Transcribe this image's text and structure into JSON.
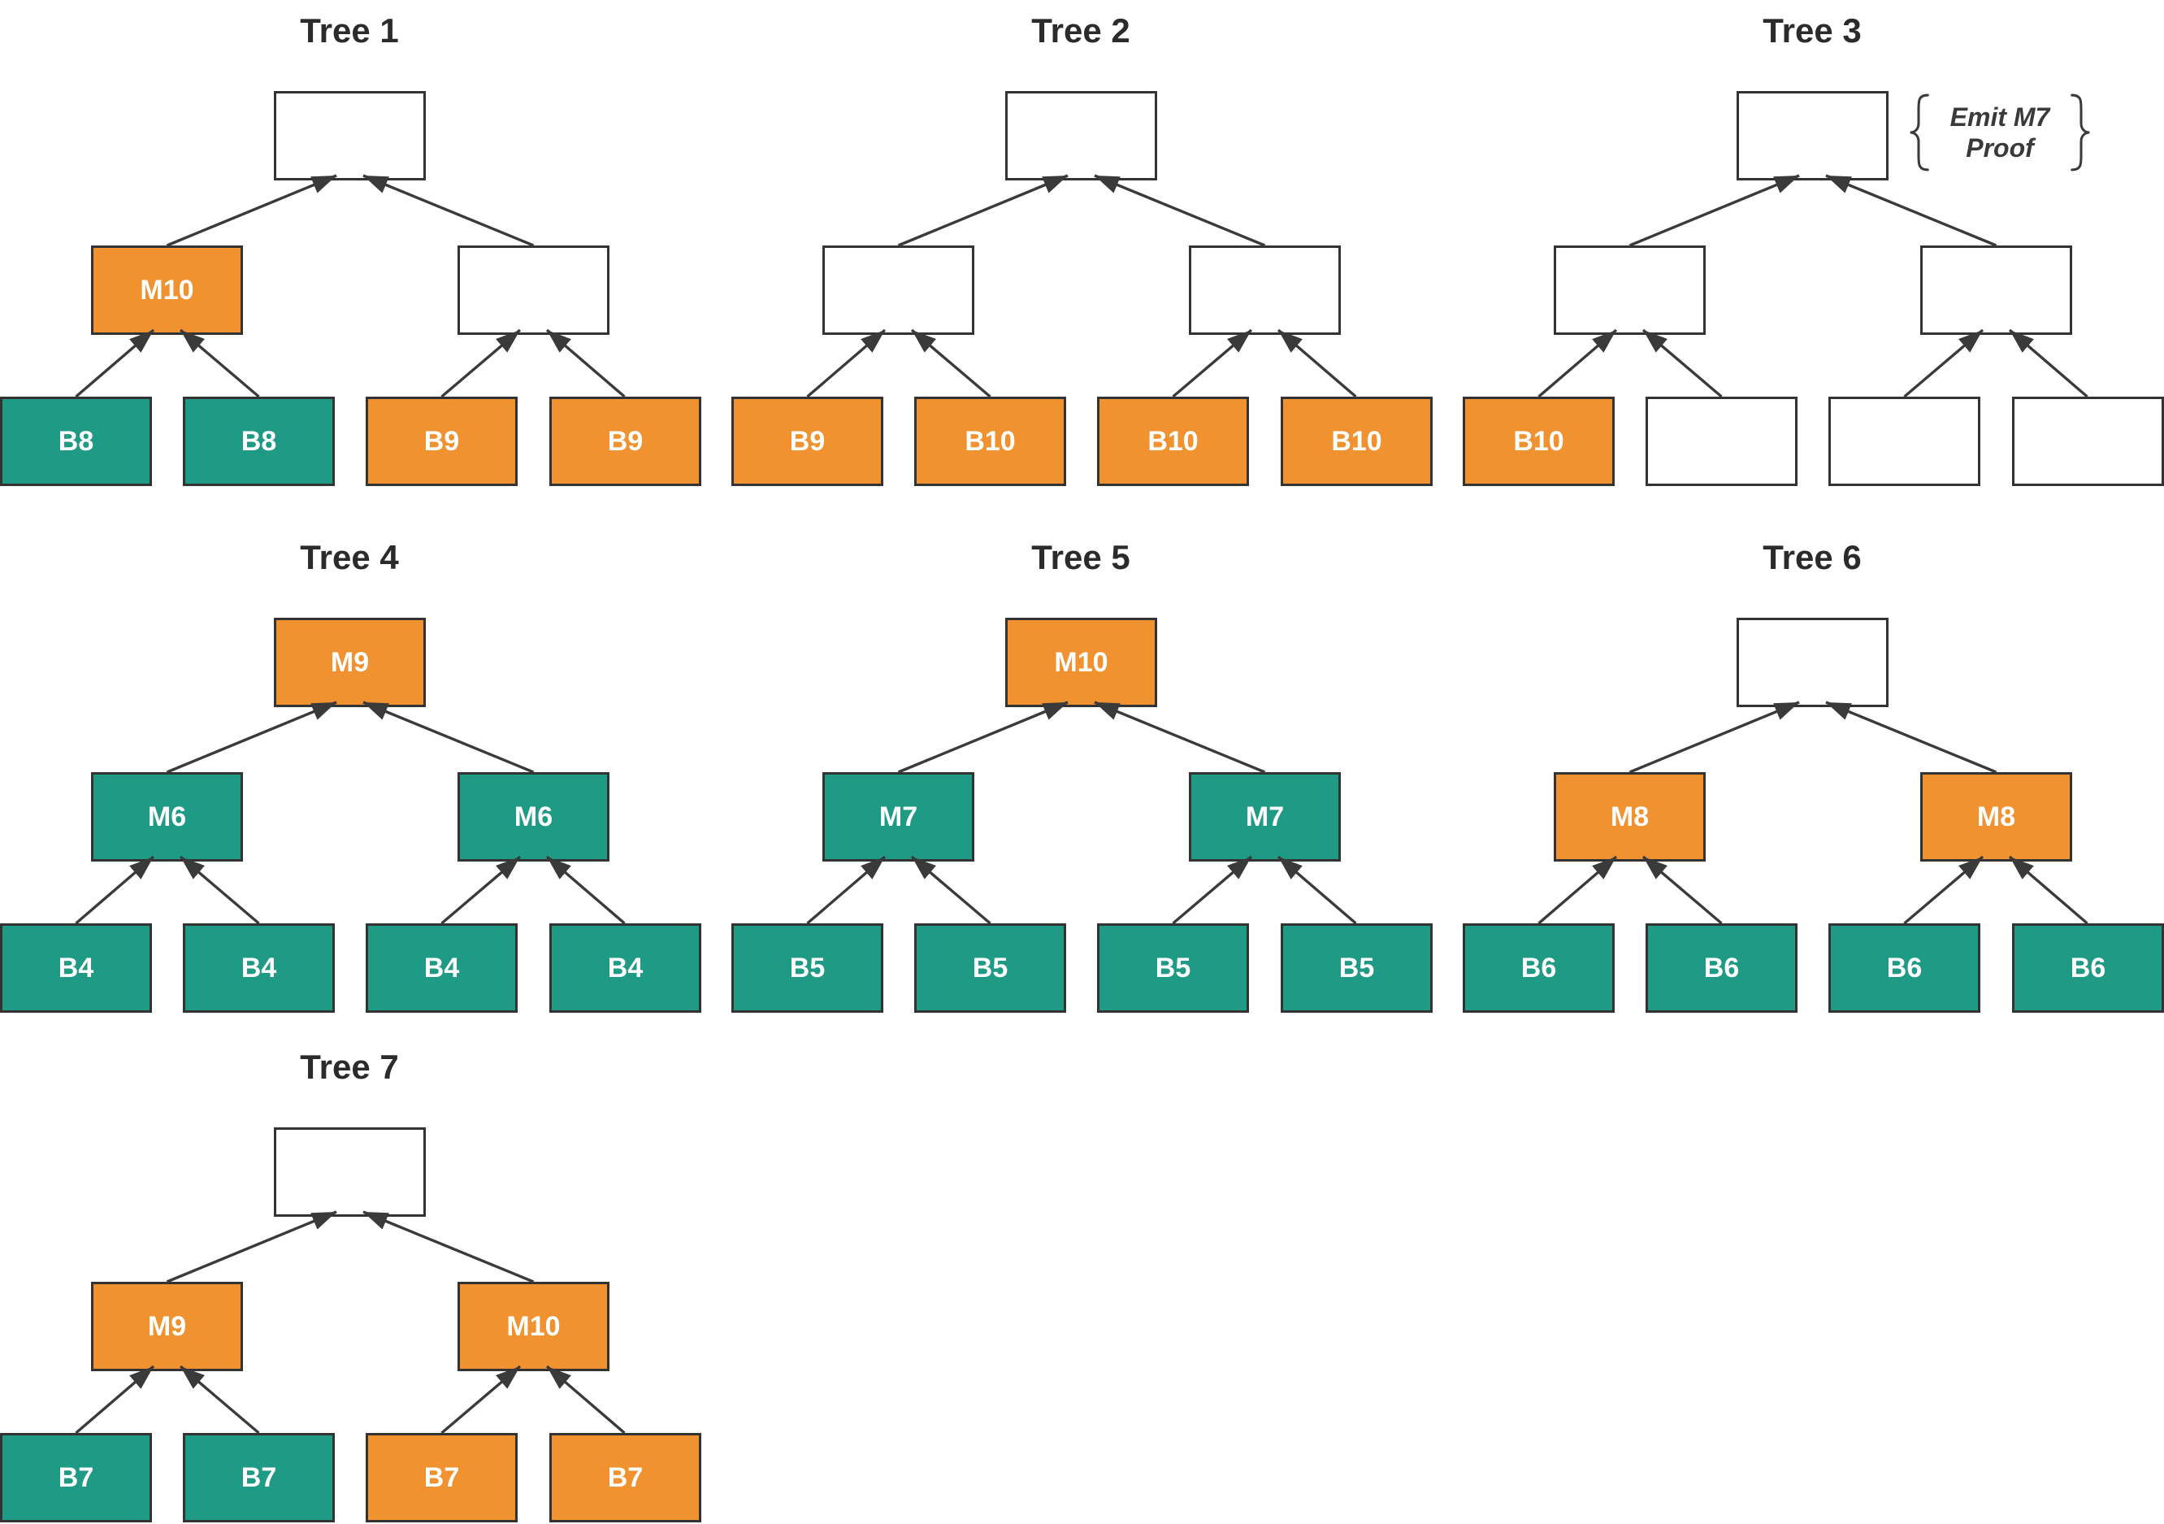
{
  "palette": {
    "orange": "#F0922F",
    "teal": "#1F9A85",
    "node_border": "#333333",
    "arrow": "#3A3A3A",
    "title_text": "#2B2B2B",
    "node_label_text": "#FFFFFF",
    "annotation_text": "#3A3A3A",
    "background": "#FFFFFF"
  },
  "trees": [
    {
      "title": "Tree 1",
      "grid": {
        "row": 0,
        "col": 0
      },
      "root": {
        "label": "",
        "fill": "white"
      },
      "mids": [
        {
          "label": "M10",
          "fill": "orange"
        },
        {
          "label": "",
          "fill": "white"
        }
      ],
      "leaves": [
        {
          "label": "B8",
          "fill": "teal"
        },
        {
          "label": "B8",
          "fill": "teal"
        },
        {
          "label": "B9",
          "fill": "orange"
        },
        {
          "label": "B9",
          "fill": "orange"
        }
      ]
    },
    {
      "title": "Tree 2",
      "grid": {
        "row": 0,
        "col": 1
      },
      "root": {
        "label": "",
        "fill": "white"
      },
      "mids": [
        {
          "label": "",
          "fill": "white"
        },
        {
          "label": "",
          "fill": "white"
        }
      ],
      "leaves": [
        {
          "label": "B9",
          "fill": "orange"
        },
        {
          "label": "B10",
          "fill": "orange"
        },
        {
          "label": "B10",
          "fill": "orange"
        },
        {
          "label": "B10",
          "fill": "orange"
        }
      ]
    },
    {
      "title": "Tree 3",
      "grid": {
        "row": 0,
        "col": 2
      },
      "annotation": {
        "lines": [
          "Emit M7",
          "Proof"
        ]
      },
      "root": {
        "label": "",
        "fill": "white"
      },
      "mids": [
        {
          "label": "",
          "fill": "white"
        },
        {
          "label": "",
          "fill": "white"
        }
      ],
      "leaves": [
        {
          "label": "B10",
          "fill": "orange"
        },
        {
          "label": "",
          "fill": "white"
        },
        {
          "label": "",
          "fill": "white"
        },
        {
          "label": "",
          "fill": "white"
        }
      ]
    },
    {
      "title": "Tree 4",
      "grid": {
        "row": 1,
        "col": 0
      },
      "root": {
        "label": "M9",
        "fill": "orange"
      },
      "mids": [
        {
          "label": "M6",
          "fill": "teal"
        },
        {
          "label": "M6",
          "fill": "teal"
        }
      ],
      "leaves": [
        {
          "label": "B4",
          "fill": "teal"
        },
        {
          "label": "B4",
          "fill": "teal"
        },
        {
          "label": "B4",
          "fill": "teal"
        },
        {
          "label": "B4",
          "fill": "teal"
        }
      ]
    },
    {
      "title": "Tree 5",
      "grid": {
        "row": 1,
        "col": 1
      },
      "root": {
        "label": "M10",
        "fill": "orange"
      },
      "mids": [
        {
          "label": "M7",
          "fill": "teal"
        },
        {
          "label": "M7",
          "fill": "teal"
        }
      ],
      "leaves": [
        {
          "label": "B5",
          "fill": "teal"
        },
        {
          "label": "B5",
          "fill": "teal"
        },
        {
          "label": "B5",
          "fill": "teal"
        },
        {
          "label": "B5",
          "fill": "teal"
        }
      ]
    },
    {
      "title": "Tree 6",
      "grid": {
        "row": 1,
        "col": 2
      },
      "root": {
        "label": "",
        "fill": "white"
      },
      "mids": [
        {
          "label": "M8",
          "fill": "orange"
        },
        {
          "label": "M8",
          "fill": "orange"
        }
      ],
      "leaves": [
        {
          "label": "B6",
          "fill": "teal"
        },
        {
          "label": "B6",
          "fill": "teal"
        },
        {
          "label": "B6",
          "fill": "teal"
        },
        {
          "label": "B6",
          "fill": "teal"
        }
      ]
    },
    {
      "title": "Tree 7",
      "grid": {
        "row": 2,
        "col": 0
      },
      "root": {
        "label": "",
        "fill": "white"
      },
      "mids": [
        {
          "label": "M9",
          "fill": "orange"
        },
        {
          "label": "M10",
          "fill": "orange"
        }
      ],
      "leaves": [
        {
          "label": "B7",
          "fill": "teal"
        },
        {
          "label": "B7",
          "fill": "teal"
        },
        {
          "label": "B7",
          "fill": "orange"
        },
        {
          "label": "B7",
          "fill": "orange"
        }
      ]
    }
  ]
}
